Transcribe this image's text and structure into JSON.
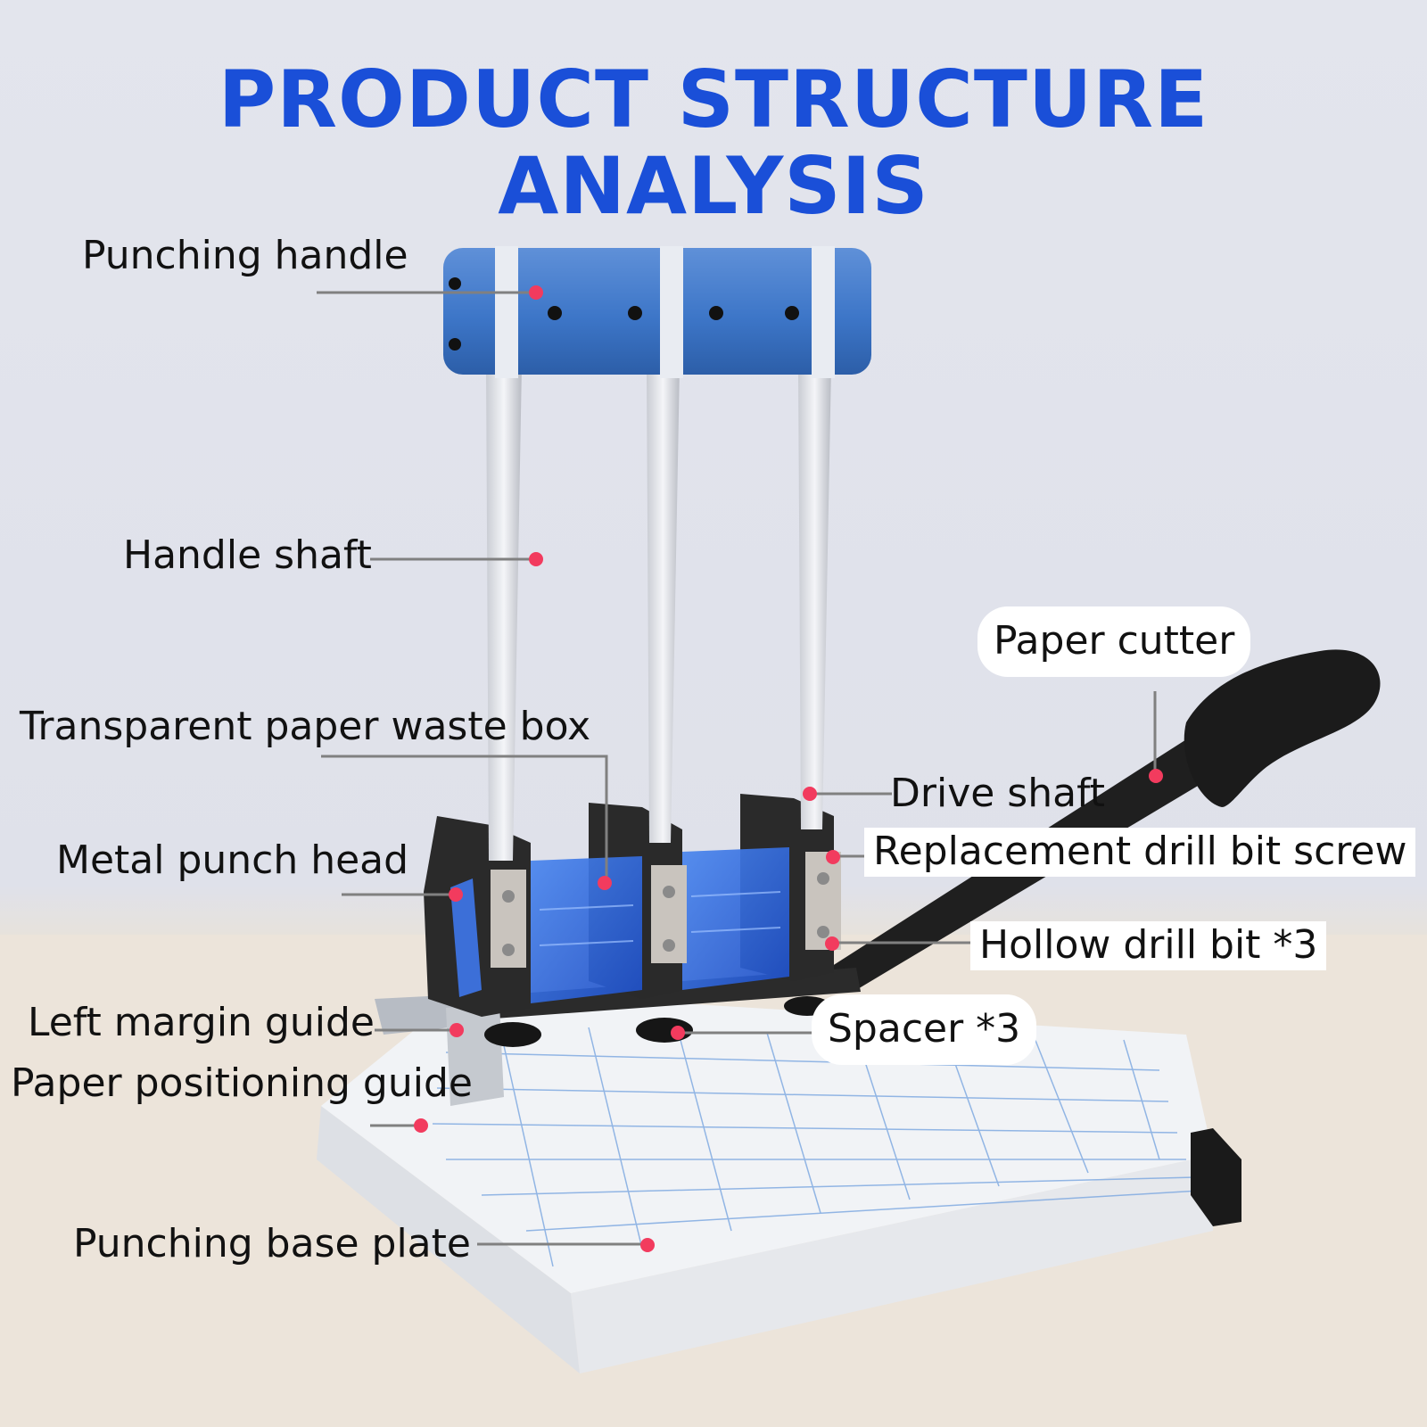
{
  "title": "PRODUCT STRUCTURE ANALYSIS",
  "colors": {
    "title": "#1a4fd8",
    "dot": "#f23b5e",
    "leader": "#808080",
    "handle": "#3d76c8",
    "frame": "#2a2a2a",
    "waste_box": "#2f66e0",
    "plate": "#f1f3f6",
    "grid": "#7aa6e0"
  },
  "labels": {
    "punching_handle": "Punching handle",
    "handle_shaft": "Handle shaft",
    "transparent_paper_waste_box": "Transparent paper waste box",
    "metal_punch_head": "Metal punch head",
    "left_margin_guide": "Left margin guide",
    "paper_positioning_guide": "Paper positioning guide",
    "punching_base_plate": "Punching base plate",
    "paper_cutter": "Paper cutter",
    "drive_shaft": "Drive shaft",
    "replacement_drill_bit_screw": "Replacement drill bit screw",
    "hollow_drill_bit": "Hollow drill bit *3",
    "spacer": "Spacer *3"
  }
}
